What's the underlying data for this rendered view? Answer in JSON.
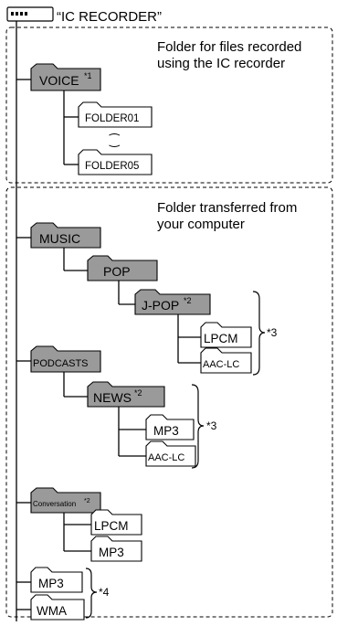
{
  "root": {
    "label": "“IC RECORDER”",
    "icon": "usb-drive-icon"
  },
  "sections": {
    "recorded_caption_line1": "Folder for files recorded",
    "recorded_caption_line2": "using the IC recorder",
    "transferred_caption_line1": "Folder transferred from",
    "transferred_caption_line2": "your computer"
  },
  "folders": {
    "voice": {
      "label": "VOICE",
      "note": "*1"
    },
    "folder01": {
      "label": "FOLDER01"
    },
    "folder05": {
      "label": "FOLDER05"
    },
    "ellipsis": "⁐",
    "music": {
      "label": "MUSIC"
    },
    "pop": {
      "label": "POP"
    },
    "jpop": {
      "label": "J-POP",
      "note": "*2"
    },
    "jpop_lpcm": {
      "label": "LPCM"
    },
    "jpop_aac": {
      "label": "AAC-LC"
    },
    "podcasts": {
      "label": "PODCASTS"
    },
    "news": {
      "label": "NEWS",
      "note": "*2"
    },
    "news_mp3": {
      "label": "MP3"
    },
    "news_aac": {
      "label": "AAC-LC"
    },
    "conversation": {
      "label": "Conversation",
      "note": "*2"
    },
    "conv_lpcm": {
      "label": "LPCM"
    },
    "conv_mp3": {
      "label": "MP3"
    },
    "root_mp3": {
      "label": "MP3"
    },
    "root_wma": {
      "label": "WMA"
    }
  },
  "notes": {
    "jpop_group": "*3",
    "news_group": "*3",
    "root_files_group": "*4"
  },
  "colors": {
    "folder_gray": "#9a9a9a",
    "line": "#000000",
    "background": "#ffffff"
  }
}
